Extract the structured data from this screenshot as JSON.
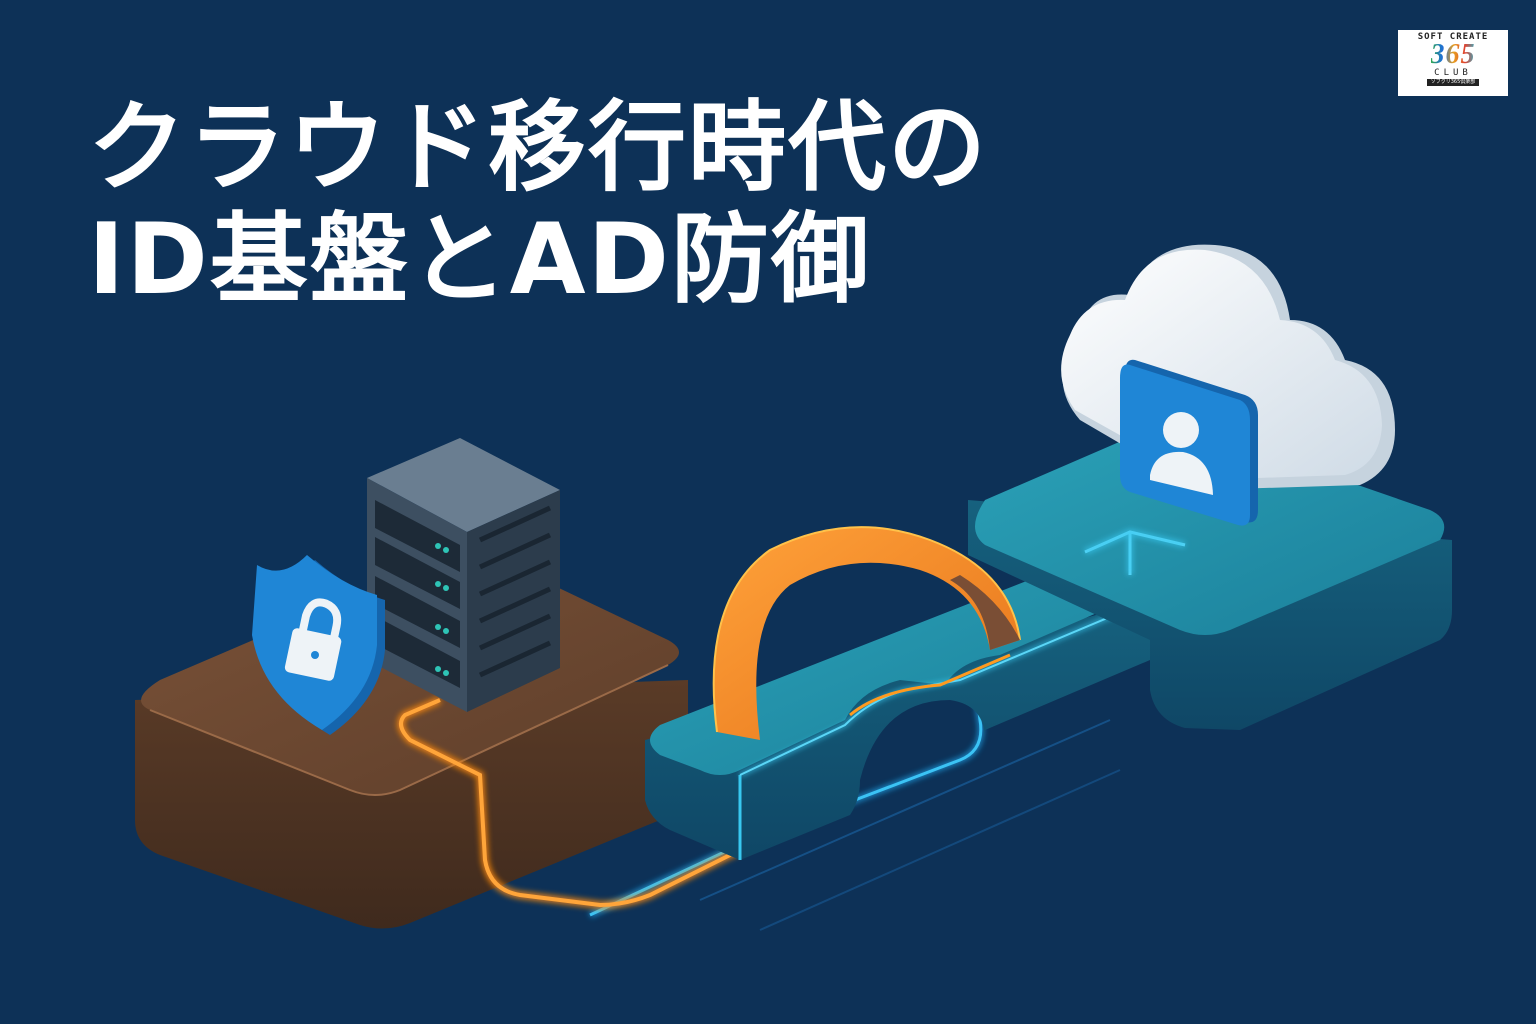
{
  "title": {
    "line1": "クラウド移行時代の",
    "line2": "ID基盤とAD防御"
  },
  "logo": {
    "top": "SOFT CREATE",
    "number": "365",
    "bottom": "CLUB",
    "subtitle": "ソフクリ365倶楽部"
  },
  "colors": {
    "background": "#0d3157",
    "wood_platform": "#6b4630",
    "teal_platform": "#1b8aa5",
    "orange_line": "#ff9a1f",
    "cyan_line": "#38c8f0",
    "shield": "#1f86d6",
    "server": "#3f5366",
    "cloud": "#eef3f7"
  },
  "illustration": {
    "elements": [
      "shield-lock-icon",
      "server-rack",
      "bridge-arch",
      "cloud",
      "user-identity-icon"
    ]
  }
}
